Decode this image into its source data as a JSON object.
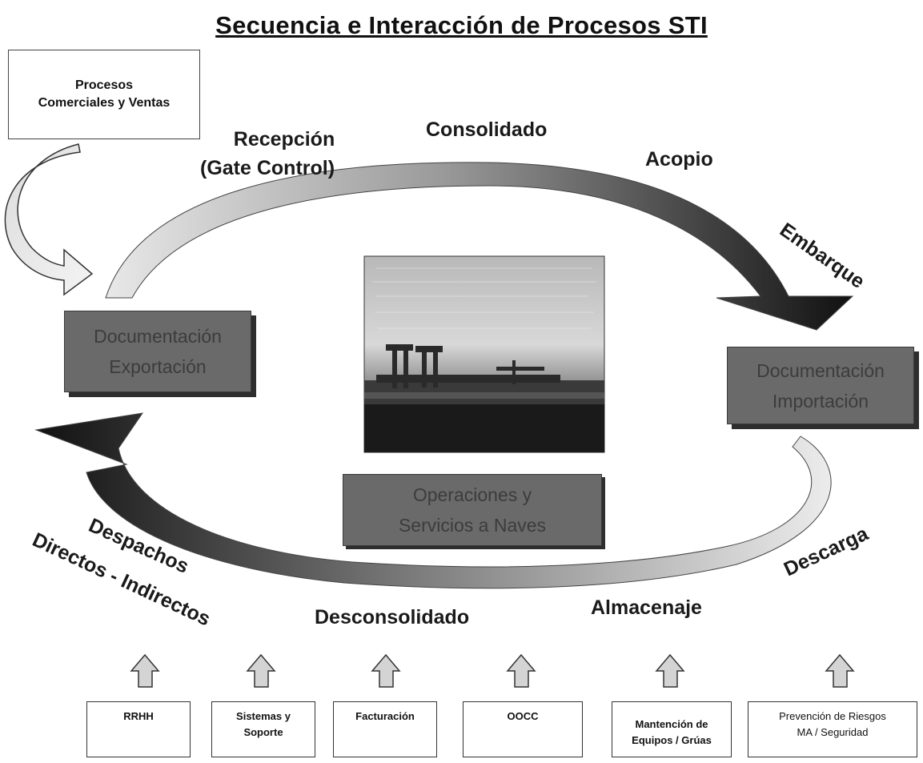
{
  "title": "Secuencia e Interacción de Procesos STI",
  "top_box": {
    "line1": "Procesos",
    "line2": "Comerciales y Ventas"
  },
  "cycle_labels": {
    "recepcion_1": "Recepción",
    "recepcion_2": "(Gate Control)",
    "consolidado": "Consolidado",
    "acopio": "Acopio",
    "embarque": "Embarque",
    "descarga": "Descarga",
    "almacenaje": "Almacenaje",
    "desconsolidado": "Desconsolidado",
    "despachos_1": "Despachos",
    "despachos_2": "Directos - Indirectos"
  },
  "doc_export": {
    "line1": "Documentación",
    "line2": "Exportación"
  },
  "doc_import": {
    "line1": "Documentación",
    "line2": "Importación"
  },
  "operaciones": {
    "line1": "Operaciones y",
    "line2": "Servicios a Naves"
  },
  "support_boxes": [
    {
      "line1": "RRHH",
      "line2": ""
    },
    {
      "line1": "Sistemas y",
      "line2": "Soporte"
    },
    {
      "line1": "Facturación",
      "line2": ""
    },
    {
      "line1": "OOCC",
      "line2": ""
    },
    {
      "line1": "Mantención de",
      "line2": "Equipos / Grúas"
    },
    {
      "line1": "Prevención de Riesgos",
      "line2": "MA / Seguridad"
    }
  ]
}
